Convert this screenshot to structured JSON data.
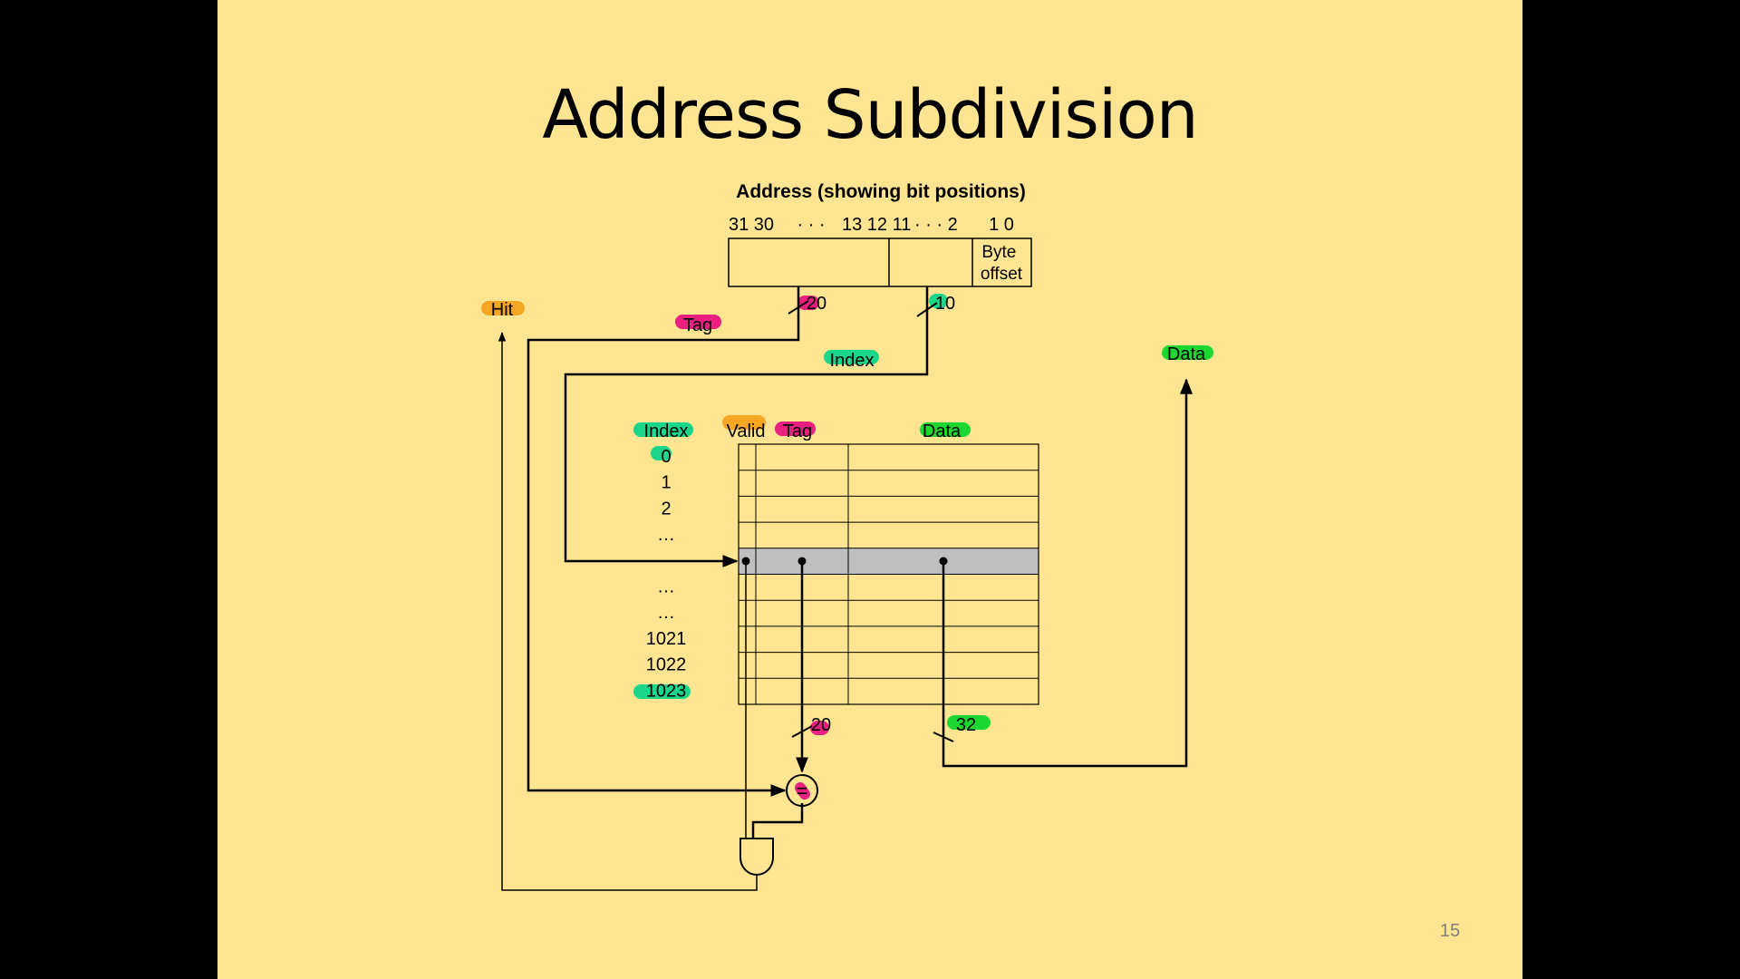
{
  "slide": {
    "title": "Address Subdivision",
    "slide_number": "15"
  },
  "address": {
    "heading": "Address (showing bit positions)",
    "bit_positions": [
      "31 30",
      "· · ·",
      "13 12 11",
      "· · · 2",
      "1 0"
    ],
    "byte_offset_lines": [
      "Byte",
      "offset"
    ]
  },
  "labels": {
    "hit": "Hit",
    "tag": "Tag",
    "index": "Index",
    "data": "Data",
    "tag_width": "20",
    "index_width": "10",
    "compare_tag_width": "20",
    "data_width": "32",
    "comparator": "="
  },
  "cache_table": {
    "header_index": "Index",
    "header_valid": "Valid",
    "header_tag": "Tag",
    "header_data": "Data",
    "row_indices": [
      "0",
      "1",
      "2",
      "…",
      "",
      "…",
      "…",
      "1021",
      "1022",
      "1023"
    ],
    "highlighted_row": 4
  },
  "highlight_colors": {
    "tag": "#E8207F",
    "index": "#19D68A",
    "data": "#1BD72F",
    "hit_valid": "#F5A623",
    "selected_row": "#BFBFBF"
  }
}
